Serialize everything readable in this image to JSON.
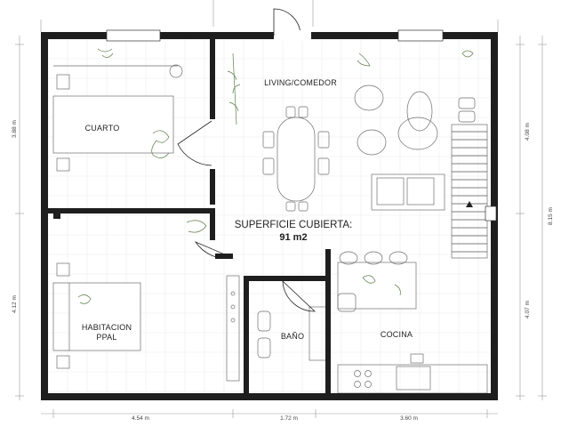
{
  "rooms": {
    "living": "LIVING/COMEDOR",
    "cuarto": "CUARTO",
    "habitacion_line1": "HABITACION",
    "habitacion_line2": "PPAL",
    "bano": "BAÑO",
    "cocina": "COCINA"
  },
  "area": {
    "label": "SUPERFICIE CUBIERTA:",
    "value": "91 m2"
  },
  "dimensions": {
    "bottom_left": "4.54 m",
    "bottom_middle": "1.72 m",
    "bottom_right": "3.60 m",
    "left_top": "3.88 m",
    "left_bottom": "4.12 m",
    "right_top": "4.08 m",
    "right_bottom": "4.07 m",
    "right_total": "8.15 m"
  },
  "colors": {
    "wall": "#1e1e1e",
    "plant": "#5d7d4a",
    "furniture": "#6e6e6e"
  }
}
